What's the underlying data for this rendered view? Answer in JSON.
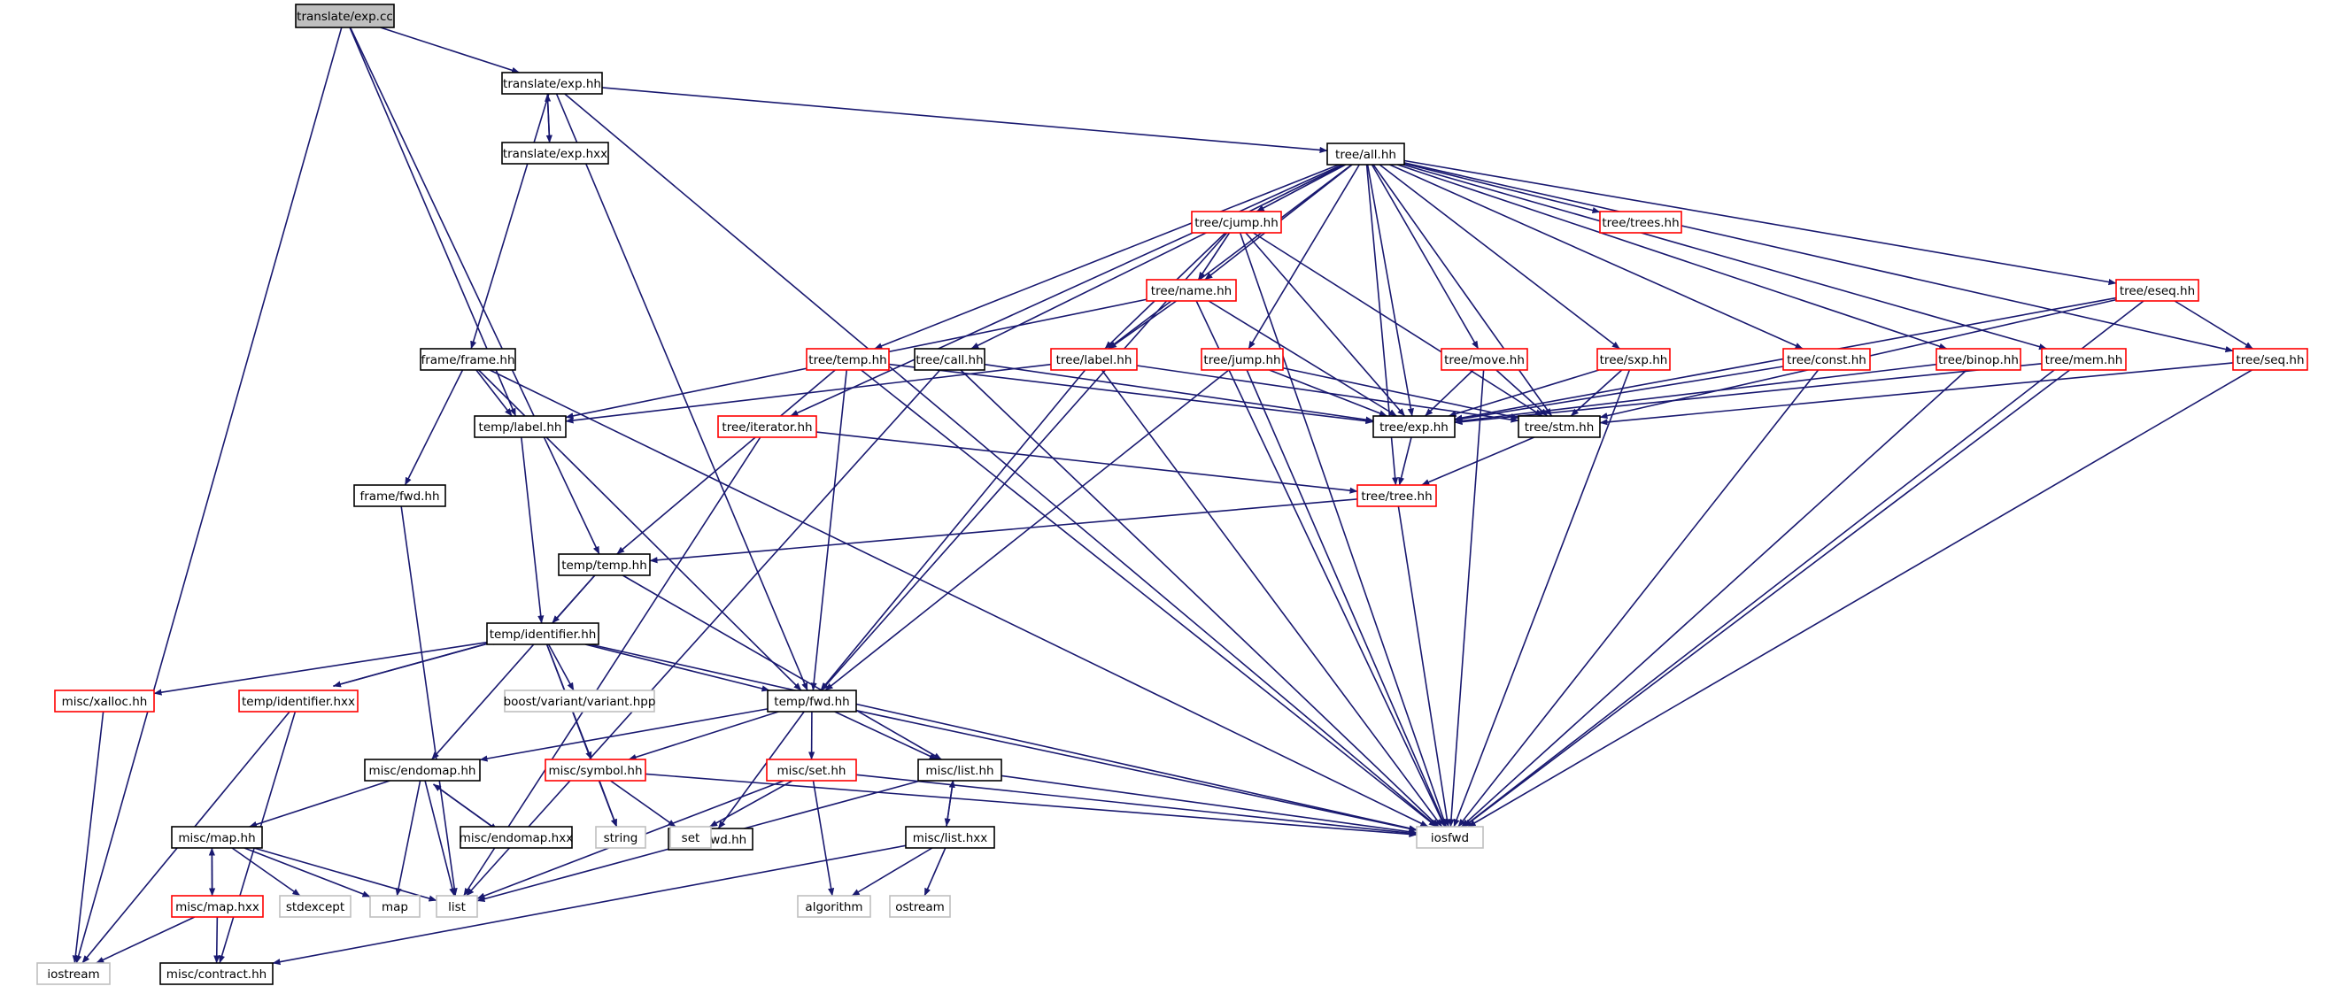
{
  "colors": {
    "edge": "#191970",
    "normal_border": "#000000",
    "incomplete_border": "#ff0000",
    "external_border": "#bfbfbf",
    "root_fill": "#bfbfbf",
    "background": "#ffffff"
  },
  "nodes": [
    {
      "id": "translate_exp_cc",
      "label": "translate/exp.cc",
      "kind": "root"
    },
    {
      "id": "translate_exp_hh",
      "label": "translate/exp.hh",
      "kind": "normal"
    },
    {
      "id": "translate_exp_hxx",
      "label": "translate/exp.hxx",
      "kind": "normal"
    },
    {
      "id": "tree_all_hh",
      "label": "tree/all.hh",
      "kind": "normal"
    },
    {
      "id": "tree_cjump_hh",
      "label": "tree/cjump.hh",
      "kind": "red"
    },
    {
      "id": "tree_trees_hh",
      "label": "tree/trees.hh",
      "kind": "red"
    },
    {
      "id": "tree_name_hh",
      "label": "tree/name.hh",
      "kind": "red"
    },
    {
      "id": "tree_eseq_hh",
      "label": "tree/eseq.hh",
      "kind": "red"
    },
    {
      "id": "frame_frame_hh",
      "label": "frame/frame.hh",
      "kind": "normal"
    },
    {
      "id": "tree_temp_hh",
      "label": "tree/temp.hh",
      "kind": "red"
    },
    {
      "id": "tree_call_hh",
      "label": "tree/call.hh",
      "kind": "normal"
    },
    {
      "id": "tree_label_hh",
      "label": "tree/label.hh",
      "kind": "red"
    },
    {
      "id": "tree_jump_hh",
      "label": "tree/jump.hh",
      "kind": "red"
    },
    {
      "id": "tree_move_hh",
      "label": "tree/move.hh",
      "kind": "red"
    },
    {
      "id": "tree_sxp_hh",
      "label": "tree/sxp.hh",
      "kind": "red"
    },
    {
      "id": "tree_const_hh",
      "label": "tree/const.hh",
      "kind": "red"
    },
    {
      "id": "tree_binop_hh",
      "label": "tree/binop.hh",
      "kind": "red"
    },
    {
      "id": "tree_mem_hh",
      "label": "tree/mem.hh",
      "kind": "red"
    },
    {
      "id": "tree_seq_hh",
      "label": "tree/seq.hh",
      "kind": "red"
    },
    {
      "id": "temp_label_hh",
      "label": "temp/label.hh",
      "kind": "normal"
    },
    {
      "id": "tree_iterator_hh",
      "label": "tree/iterator.hh",
      "kind": "red"
    },
    {
      "id": "tree_exp_hh",
      "label": "tree/exp.hh",
      "kind": "normal"
    },
    {
      "id": "tree_stm_hh",
      "label": "tree/stm.hh",
      "kind": "normal"
    },
    {
      "id": "frame_fwd_hh",
      "label": "frame/fwd.hh",
      "kind": "normal"
    },
    {
      "id": "tree_tree_hh",
      "label": "tree/tree.hh",
      "kind": "red"
    },
    {
      "id": "temp_temp_hh",
      "label": "temp/temp.hh",
      "kind": "normal"
    },
    {
      "id": "temp_identifier_hh",
      "label": "temp/identifier.hh",
      "kind": "normal"
    },
    {
      "id": "misc_xalloc_hh",
      "label": "misc/xalloc.hh",
      "kind": "red"
    },
    {
      "id": "temp_identifier_hxx",
      "label": "temp/identifier.hxx",
      "kind": "red"
    },
    {
      "id": "boost_variant",
      "label": "boost/variant/variant.hpp",
      "kind": "gray"
    },
    {
      "id": "temp_fwd_hh",
      "label": "temp/fwd.hh",
      "kind": "normal"
    },
    {
      "id": "misc_endomap_hh",
      "label": "misc/endomap.hh",
      "kind": "normal"
    },
    {
      "id": "misc_symbol_hh",
      "label": "misc/symbol.hh",
      "kind": "red"
    },
    {
      "id": "misc_fwd_hh",
      "label": "misc/fwd.hh",
      "kind": "normal"
    },
    {
      "id": "misc_set_hh",
      "label": "misc/set.hh",
      "kind": "red"
    },
    {
      "id": "misc_list_hh",
      "label": "misc/list.hh",
      "kind": "normal"
    },
    {
      "id": "misc_endomap_hxx",
      "label": "misc/endomap.hxx",
      "kind": "normal"
    },
    {
      "id": "misc_map_hh",
      "label": "misc/map.hh",
      "kind": "normal"
    },
    {
      "id": "string",
      "label": "string",
      "kind": "gray"
    },
    {
      "id": "set",
      "label": "set",
      "kind": "gray"
    },
    {
      "id": "iosfwd",
      "label": "iosfwd",
      "kind": "gray"
    },
    {
      "id": "misc_list_hxx",
      "label": "misc/list.hxx",
      "kind": "normal"
    },
    {
      "id": "misc_map_hxx",
      "label": "misc/map.hxx",
      "kind": "red"
    },
    {
      "id": "stdexcept",
      "label": "stdexcept",
      "kind": "gray"
    },
    {
      "id": "map",
      "label": "map",
      "kind": "gray"
    },
    {
      "id": "list",
      "label": "list",
      "kind": "gray"
    },
    {
      "id": "algorithm",
      "label": "algorithm",
      "kind": "gray"
    },
    {
      "id": "ostream",
      "label": "ostream",
      "kind": "gray"
    },
    {
      "id": "iostream",
      "label": "iostream",
      "kind": "gray"
    },
    {
      "id": "misc_contract_hh",
      "label": "misc/contract.hh",
      "kind": "normal"
    }
  ],
  "edges": [
    [
      "translate_exp_cc",
      "translate_exp_hh"
    ],
    [
      "translate_exp_cc",
      "iostream"
    ],
    [
      "translate_exp_cc",
      "temp_temp_hh"
    ],
    [
      "translate_exp_cc",
      "temp_label_hh"
    ],
    [
      "translate_exp_hh",
      "tree_all_hh"
    ],
    [
      "translate_exp_hh",
      "translate_exp_hxx"
    ],
    [
      "translate_exp_hxx",
      "translate_exp_hh"
    ],
    [
      "translate_exp_hh",
      "frame_frame_hh"
    ],
    [
      "translate_exp_hh",
      "temp_fwd_hh"
    ],
    [
      "translate_exp_hh",
      "iosfwd"
    ],
    [
      "tree_all_hh",
      "tree_cjump_hh"
    ],
    [
      "tree_all_hh",
      "tree_trees_hh"
    ],
    [
      "tree_all_hh",
      "tree_name_hh"
    ],
    [
      "tree_all_hh",
      "tree_eseq_hh"
    ],
    [
      "tree_all_hh",
      "tree_temp_hh"
    ],
    [
      "tree_all_hh",
      "tree_call_hh"
    ],
    [
      "tree_all_hh",
      "tree_label_hh"
    ],
    [
      "tree_all_hh",
      "tree_jump_hh"
    ],
    [
      "tree_all_hh",
      "tree_move_hh"
    ],
    [
      "tree_all_hh",
      "tree_sxp_hh"
    ],
    [
      "tree_all_hh",
      "tree_const_hh"
    ],
    [
      "tree_all_hh",
      "tree_binop_hh"
    ],
    [
      "tree_all_hh",
      "tree_mem_hh"
    ],
    [
      "tree_all_hh",
      "tree_seq_hh"
    ],
    [
      "tree_all_hh",
      "tree_iterator_hh"
    ],
    [
      "tree_all_hh",
      "tree_exp_hh"
    ],
    [
      "tree_all_hh",
      "tree_stm_hh"
    ],
    [
      "tree_all_hh",
      "tree_tree_hh"
    ],
    [
      "tree_cjump_hh",
      "tree_name_hh"
    ],
    [
      "tree_cjump_hh",
      "tree_label_hh"
    ],
    [
      "tree_cjump_hh",
      "tree_exp_hh"
    ],
    [
      "tree_cjump_hh",
      "tree_stm_hh"
    ],
    [
      "tree_cjump_hh",
      "temp_fwd_hh"
    ],
    [
      "tree_cjump_hh",
      "iosfwd"
    ],
    [
      "tree_name_hh",
      "tree_label_hh"
    ],
    [
      "tree_name_hh",
      "tree_exp_hh"
    ],
    [
      "tree_name_hh",
      "temp_label_hh"
    ],
    [
      "tree_name_hh",
      "iosfwd"
    ],
    [
      "tree_eseq_hh",
      "tree_seq_hh"
    ],
    [
      "tree_eseq_hh",
      "tree_exp_hh"
    ],
    [
      "tree_eseq_hh",
      "tree_stm_hh"
    ],
    [
      "tree_eseq_hh",
      "iosfwd"
    ],
    [
      "frame_frame_hh",
      "temp_label_hh"
    ],
    [
      "frame_frame_hh",
      "frame_fwd_hh"
    ],
    [
      "frame_frame_hh",
      "temp_fwd_hh"
    ],
    [
      "frame_frame_hh",
      "iosfwd"
    ],
    [
      "tree_temp_hh",
      "tree_exp_hh"
    ],
    [
      "tree_temp_hh",
      "temp_temp_hh"
    ],
    [
      "tree_temp_hh",
      "temp_fwd_hh"
    ],
    [
      "tree_temp_hh",
      "iosfwd"
    ],
    [
      "tree_call_hh",
      "tree_exp_hh"
    ],
    [
      "tree_call_hh",
      "list"
    ],
    [
      "tree_call_hh",
      "iosfwd"
    ],
    [
      "tree_label_hh",
      "tree_stm_hh"
    ],
    [
      "tree_label_hh",
      "temp_label_hh"
    ],
    [
      "tree_label_hh",
      "temp_fwd_hh"
    ],
    [
      "tree_label_hh",
      "iosfwd"
    ],
    [
      "tree_jump_hh",
      "tree_exp_hh"
    ],
    [
      "tree_jump_hh",
      "tree_stm_hh"
    ],
    [
      "tree_jump_hh",
      "temp_fwd_hh"
    ],
    [
      "tree_jump_hh",
      "iosfwd"
    ],
    [
      "tree_move_hh",
      "tree_exp_hh"
    ],
    [
      "tree_move_hh",
      "tree_stm_hh"
    ],
    [
      "tree_move_hh",
      "iosfwd"
    ],
    [
      "tree_sxp_hh",
      "tree_exp_hh"
    ],
    [
      "tree_sxp_hh",
      "tree_stm_hh"
    ],
    [
      "tree_sxp_hh",
      "iosfwd"
    ],
    [
      "tree_const_hh",
      "tree_exp_hh"
    ],
    [
      "tree_const_hh",
      "iosfwd"
    ],
    [
      "tree_binop_hh",
      "tree_exp_hh"
    ],
    [
      "tree_binop_hh",
      "iosfwd"
    ],
    [
      "tree_mem_hh",
      "tree_exp_hh"
    ],
    [
      "tree_mem_hh",
      "iosfwd"
    ],
    [
      "tree_seq_hh",
      "tree_stm_hh"
    ],
    [
      "tree_seq_hh",
      "iosfwd"
    ],
    [
      "tree_iterator_hh",
      "tree_tree_hh"
    ],
    [
      "tree_iterator_hh",
      "list"
    ],
    [
      "tree_exp_hh",
      "tree_tree_hh"
    ],
    [
      "tree_stm_hh",
      "tree_tree_hh"
    ],
    [
      "tree_tree_hh",
      "temp_temp_hh"
    ],
    [
      "tree_tree_hh",
      "iosfwd"
    ],
    [
      "temp_label_hh",
      "temp_identifier_hh"
    ],
    [
      "frame_fwd_hh",
      "list"
    ],
    [
      "temp_temp_hh",
      "temp_identifier_hh"
    ],
    [
      "temp_temp_hh",
      "misc_endomap_hh"
    ],
    [
      "temp_temp_hh",
      "misc_list_hh"
    ],
    [
      "temp_identifier_hh",
      "misc_xalloc_hh"
    ],
    [
      "temp_identifier_hh",
      "temp_identifier_hxx"
    ],
    [
      "temp_identifier_hxx",
      "temp_identifier_hh"
    ],
    [
      "temp_identifier_hh",
      "boost_variant"
    ],
    [
      "temp_identifier_hh",
      "temp_fwd_hh"
    ],
    [
      "temp_identifier_hh",
      "misc_symbol_hh"
    ],
    [
      "temp_identifier_hh",
      "string"
    ],
    [
      "temp_identifier_hh",
      "iosfwd"
    ],
    [
      "misc_xalloc_hh",
      "iostream"
    ],
    [
      "temp_identifier_hxx",
      "iostream"
    ],
    [
      "temp_identifier_hxx",
      "misc_contract_hh"
    ],
    [
      "temp_fwd_hh",
      "misc_endomap_hh"
    ],
    [
      "temp_fwd_hh",
      "misc_symbol_hh"
    ],
    [
      "temp_fwd_hh",
      "misc_fwd_hh"
    ],
    [
      "temp_fwd_hh",
      "misc_set_hh"
    ],
    [
      "temp_fwd_hh",
      "misc_list_hh"
    ],
    [
      "temp_fwd_hh",
      "iosfwd"
    ],
    [
      "misc_endomap_hh",
      "misc_map_hh"
    ],
    [
      "misc_endomap_hh",
      "misc_endomap_hxx"
    ],
    [
      "misc_endomap_hxx",
      "misc_endomap_hh"
    ],
    [
      "misc_endomap_hh",
      "map"
    ],
    [
      "misc_endomap_hh",
      "list"
    ],
    [
      "misc_symbol_hh",
      "string"
    ],
    [
      "misc_symbol_hh",
      "set"
    ],
    [
      "misc_symbol_hh",
      "iosfwd"
    ],
    [
      "misc_set_hh",
      "set"
    ],
    [
      "misc_set_hh",
      "algorithm"
    ],
    [
      "misc_set_hh",
      "list"
    ],
    [
      "misc_set_hh",
      "iosfwd"
    ],
    [
      "misc_list_hh",
      "misc_list_hxx"
    ],
    [
      "misc_list_hxx",
      "misc_list_hh"
    ],
    [
      "misc_list_hh",
      "list"
    ],
    [
      "misc_list_hh",
      "iosfwd"
    ],
    [
      "misc_list_hxx",
      "algorithm"
    ],
    [
      "misc_list_hxx",
      "ostream"
    ],
    [
      "misc_list_hxx",
      "misc_contract_hh"
    ],
    [
      "misc_map_hh",
      "misc_map_hxx"
    ],
    [
      "misc_map_hxx",
      "misc_map_hh"
    ],
    [
      "misc_map_hh",
      "stdexcept"
    ],
    [
      "misc_map_hh",
      "map"
    ],
    [
      "misc_map_hh",
      "list"
    ],
    [
      "misc_map_hxx",
      "iostream"
    ],
    [
      "misc_map_hxx",
      "misc_contract_hh"
    ]
  ]
}
